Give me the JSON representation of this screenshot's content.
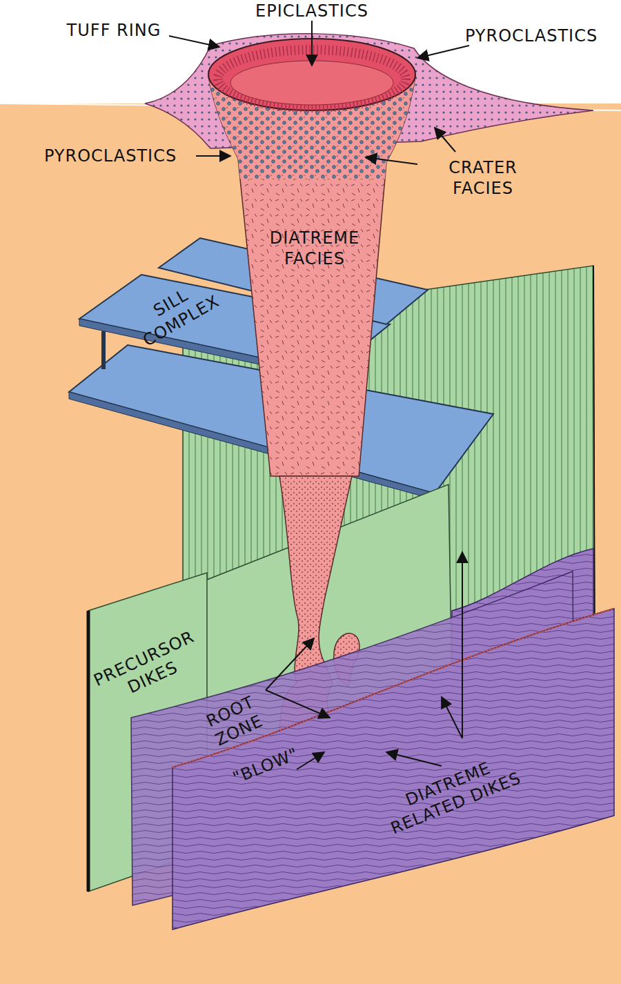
{
  "diagram": {
    "labels": [
      "EPICLASTICS",
      "TUFF RING",
      "PYROCLASTICS",
      "PYROCLASTICS",
      "CRATER FACIES",
      "DIATREME FACIES",
      "SILL COMPLEX",
      "PRECURSOR DIKES",
      "ROOT ZONE",
      "\"BLOW\"",
      "DIATREME RELATED DIKES"
    ]
  }
}
